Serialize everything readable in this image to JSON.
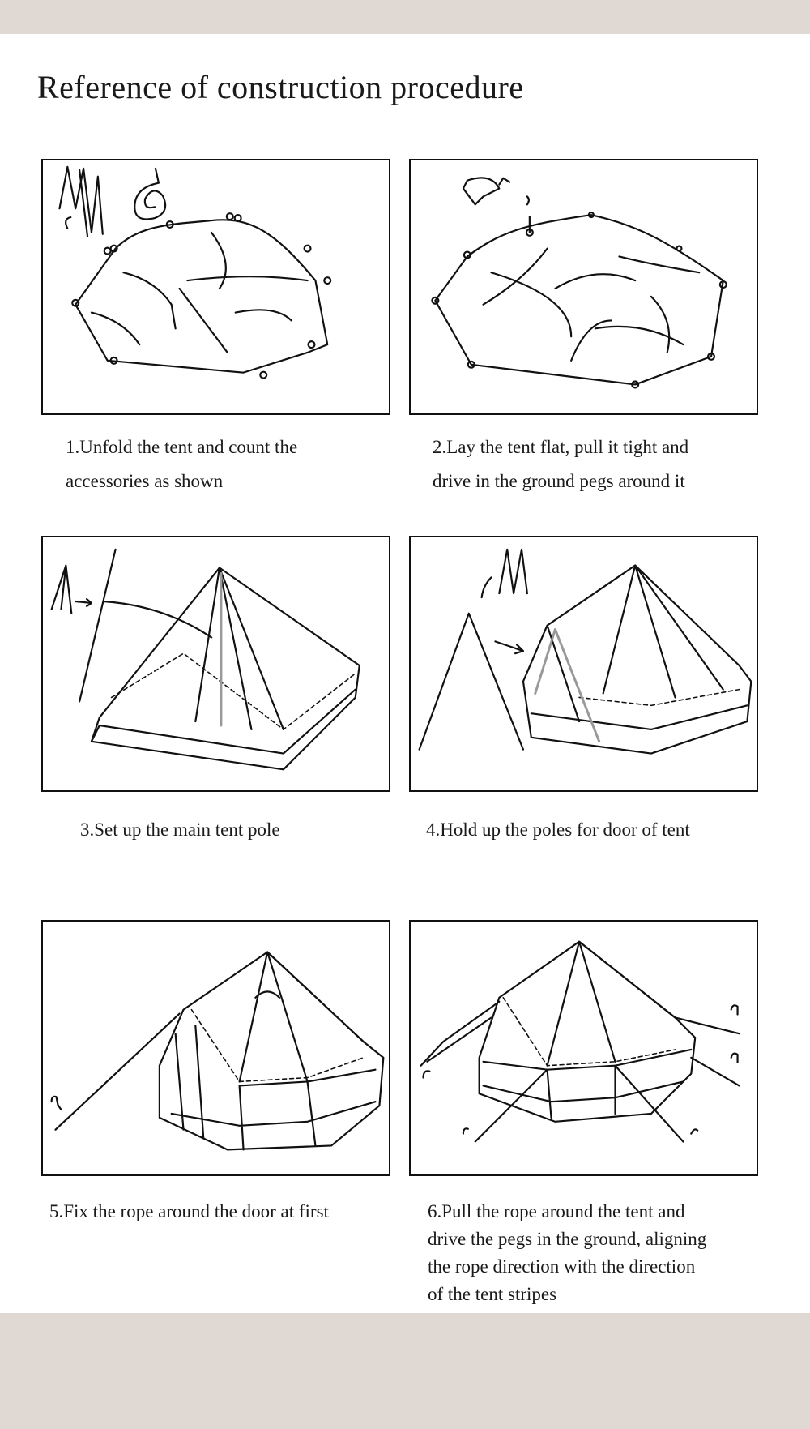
{
  "title": "Reference of construction procedure",
  "steps": [
    {
      "caption_lines": [
        "1.Unfold the tent and count the",
        "accessories as shown"
      ]
    },
    {
      "caption_lines": [
        "2.Lay the tent flat, pull it tight and",
        "drive in the ground pegs around it"
      ]
    },
    {
      "caption_lines": [
        "3.Set up the main tent pole"
      ]
    },
    {
      "caption_lines": [
        "4.Hold up the poles for door of tent"
      ]
    },
    {
      "caption_lines": [
        "5.Fix the rope around the door at first"
      ]
    },
    {
      "caption_lines": [
        "6.Pull the rope around the tent and",
        "drive the pegs in the ground, aligning",
        "the rope direction with the direction",
        "of the tent stripes"
      ]
    }
  ],
  "colors": {
    "band": "#e0d8d2",
    "ink": "#111111"
  }
}
